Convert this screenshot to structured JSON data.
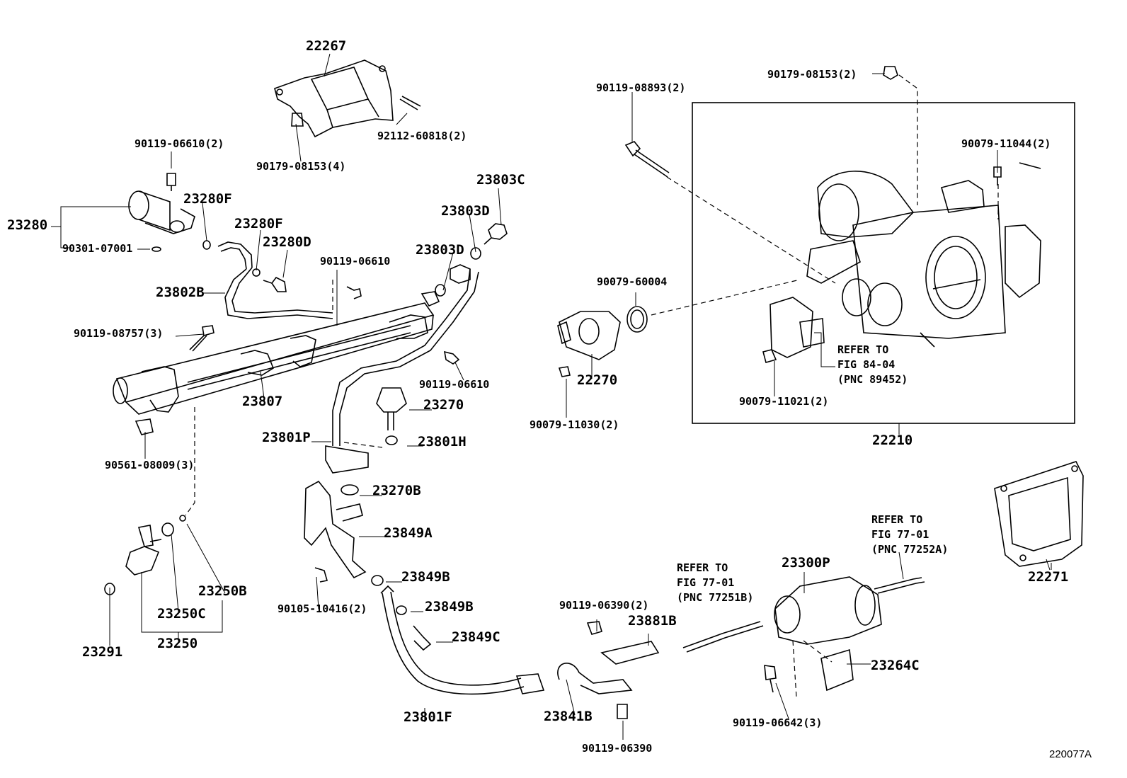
{
  "figure_id": "220077A",
  "labels": {
    "p22267": "22267",
    "p92112_60818": "92112-60818(2)",
    "p90179_08153_4": "90179-08153(4)",
    "p90119_06610_2": "90119-06610(2)",
    "p23280": "23280",
    "p23280F_a": "23280F",
    "p23280F_b": "23280F",
    "p23280D": "23280D",
    "p90301_07001": "90301-07001",
    "p23802B": "23802B",
    "p90119_06610_a": "90119-06610",
    "p23803C": "23803C",
    "p23803D_a": "23803D",
    "p23803D_b": "23803D",
    "p90119_08757": "90119-08757(3)",
    "p23807": "23807",
    "p90119_06610_b": "90119-06610",
    "p23270": "23270",
    "p90561_08009": "90561-08009(3)",
    "p23801P": "23801P",
    "p23801H": "23801H",
    "p23270B": "23270B",
    "p23849A": "23849A",
    "p23849B_a": "23849B",
    "p23849B_b": "23849B",
    "p23849C": "23849C",
    "p90105_10416": "90105-10416(2)",
    "p23250B": "23250B",
    "p23250C": "23250C",
    "p23250": "23250",
    "p23291": "23291",
    "p23801F": "23801F",
    "p23841B": "23841B",
    "p90119_06390_2": "90119-06390(2)",
    "p90119_06390": "90119-06390",
    "p23881B": "23881B",
    "p90119_08893": "90119-08893(2)",
    "p90179_08153_2": "90179-08153(2)",
    "p90079_11044": "90079-11044(2)",
    "p90079_60004": "90079-60004",
    "p22270": "22270",
    "p90079_11030": "90079-11030(2)",
    "p90079_11021": "90079-11021(2)",
    "p22210": "22210",
    "p23300P": "23300P",
    "p23264C": "23264C",
    "p90119_06642": "90119-06642(3)",
    "p22271": "22271"
  },
  "notes": {
    "refer_84": [
      "REFER TO",
      "FIG 84-04",
      "(PNC 89452)"
    ],
    "refer_77_b": [
      "REFER TO",
      "FIG 77-01",
      "(PNC 77251B)"
    ],
    "refer_77_a": [
      "REFER TO",
      "FIG 77-01",
      "(PNC 77252A)"
    ]
  }
}
